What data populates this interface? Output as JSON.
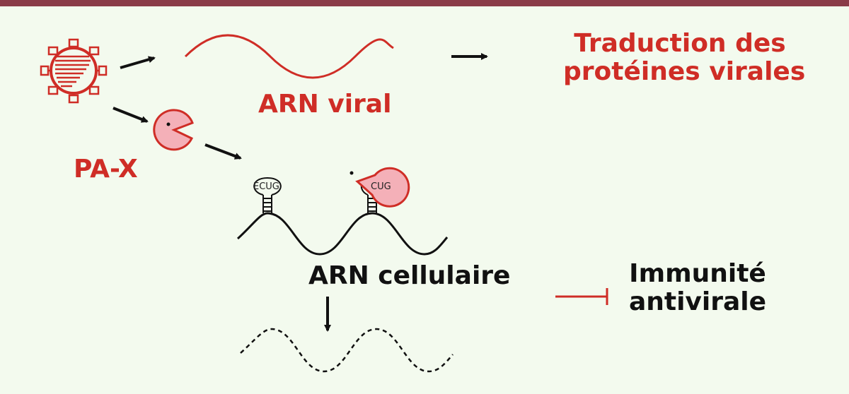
{
  "labels": {
    "arn_viral": "ARN viral",
    "traduction": [
      "Traduction des",
      "protéines virales"
    ],
    "pax": "PA-X",
    "arn_cellulaire": "ARN cellulaire",
    "immunite": [
      "Immunité",
      "antivirale"
    ]
  },
  "loops": {
    "left": "ECUG",
    "right": "CUG"
  },
  "icons": {
    "virus": "virus-icon",
    "pa_x": "pacman-endonuclease-icon"
  },
  "colors": {
    "background": "#f3faee",
    "top_bar": "#8a3b48",
    "viral_red": "#cf2d26",
    "pax_fill": "#f4b0b8",
    "ink": "#111111"
  }
}
